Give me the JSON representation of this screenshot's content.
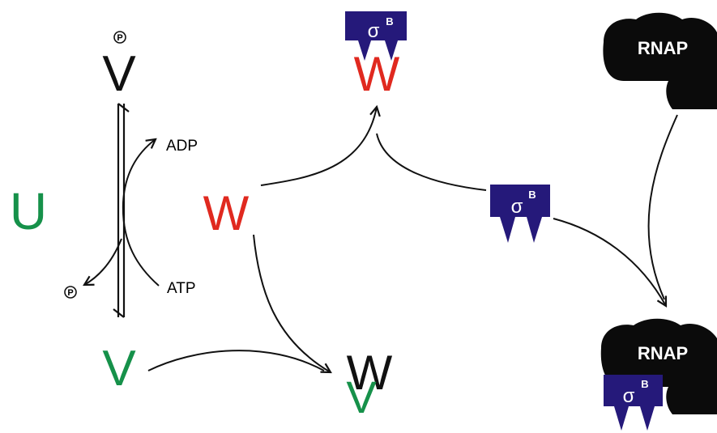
{
  "colors": {
    "green": "#16914a",
    "red": "#e0291f",
    "black": "#111111",
    "sigma_blue": "#25197a",
    "rnap_black": "#0b0b0b"
  },
  "icons": [
    "phosphate-icon",
    "sigma-factor-icon",
    "rnap-icon",
    "arrow-icon"
  ],
  "labels": {
    "u": "U",
    "v": "V",
    "w": "W",
    "adp": "ADP",
    "atp": "ATP",
    "rnap": "RNAP",
    "phosphate": "P",
    "sigma": "σ",
    "sigma_sup": "B"
  }
}
